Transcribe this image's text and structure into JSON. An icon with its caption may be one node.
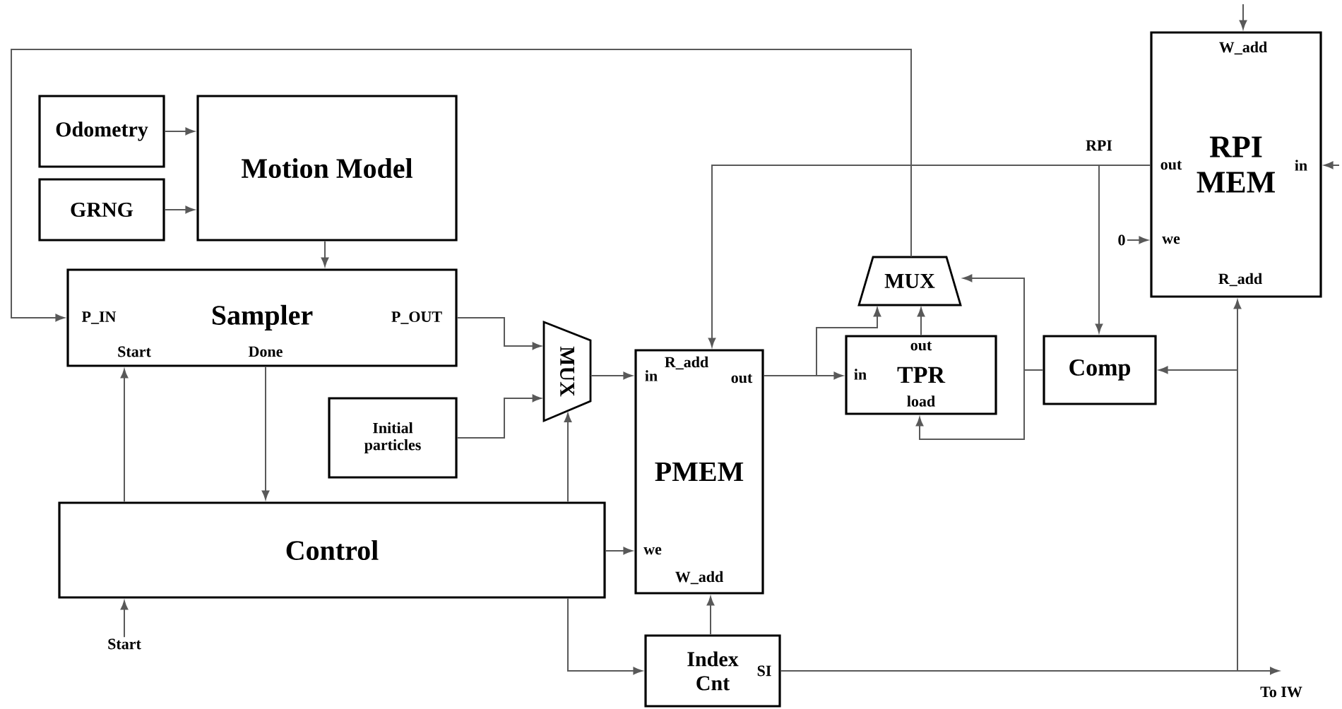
{
  "diagram": {
    "nodes": [
      {
        "text": [
          "Odometry"
        ]
      },
      {
        "text": [
          "GRNG"
        ]
      },
      {
        "text": [
          "Motion Model"
        ]
      },
      {
        "text": [
          "P_IN",
          "Sampler",
          "P_OUT",
          "Start",
          "Done"
        ]
      },
      {
        "text": [
          "Initial particles"
        ]
      },
      {
        "text": [
          "MUX"
        ]
      },
      {
        "text": [
          "Control"
        ]
      },
      {
        "text": [
          "R_add",
          "in",
          "out",
          "PMEM",
          "we",
          "W_add"
        ]
      },
      {
        "text": [
          "Index Cnt",
          "SI"
        ]
      },
      {
        "text": [
          "MUX"
        ]
      },
      {
        "text": [
          "out",
          "in",
          "TPR",
          "load"
        ]
      },
      {
        "text": [
          "Comp"
        ]
      },
      {
        "text": [
          "W_add",
          "out",
          "RPI MEM",
          "in",
          "we",
          "R_add"
        ]
      },
      {
        "text": [
          "Start"
        ]
      },
      {
        "text": [
          "0"
        ]
      },
      {
        "text": [
          "To IW"
        ]
      }
    ],
    "edges": [
      {
        "from": 0,
        "to": 2,
        "arrow": "to"
      },
      {
        "from": 1,
        "to": 2,
        "arrow": "to"
      },
      {
        "from": 2,
        "to": 3,
        "arrow": "to"
      },
      {
        "from": 3,
        "to": 5,
        "arrow": "to"
      },
      {
        "from": 4,
        "to": 5,
        "arrow": "to"
      },
      {
        "from": 6,
        "to": 5,
        "arrow": "to"
      },
      {
        "from": 6,
        "to": 3,
        "arrow": "to"
      },
      {
        "from": 3,
        "to": 6,
        "arrow": "to"
      },
      {
        "from": 13,
        "to": 6,
        "arrow": "to"
      },
      {
        "from": 6,
        "to": 7,
        "arrow": "to"
      },
      {
        "from": 6,
        "to": 8,
        "arrow": "to"
      },
      {
        "from": 5,
        "to": 7,
        "arrow": "to"
      },
      {
        "from": 8,
        "to": 7,
        "arrow": "to"
      },
      {
        "from": 7,
        "to": 10,
        "arrow": "to"
      },
      {
        "from": 7,
        "to": 9,
        "arrow": "to"
      },
      {
        "from": 10,
        "to": 9,
        "arrow": "to"
      },
      {
        "from": 9,
        "to": 3,
        "arrow": "to"
      },
      {
        "from": 12,
        "to": 7,
        "arrow": "to"
      },
      {
        "from": 12,
        "to": 11,
        "arrow": "to"
      },
      {
        "from": 11,
        "to": 10,
        "arrow": "to"
      },
      {
        "from": 11,
        "to": 9,
        "arrow": "to"
      },
      {
        "from": 8,
        "to": 15,
        "arrow": "to"
      },
      {
        "from": 8,
        "to": 11,
        "arrow": "to"
      },
      {
        "from": 8,
        "to": 12,
        "arrow": "to"
      },
      {
        "from": null,
        "to": 12,
        "arrow": "to"
      },
      {
        "from": null,
        "to": 12,
        "arrow": "to"
      },
      {
        "from": 14,
        "to": 12,
        "arrow": "to"
      }
    ],
    "labels": [
      "RPI"
    ]
  }
}
